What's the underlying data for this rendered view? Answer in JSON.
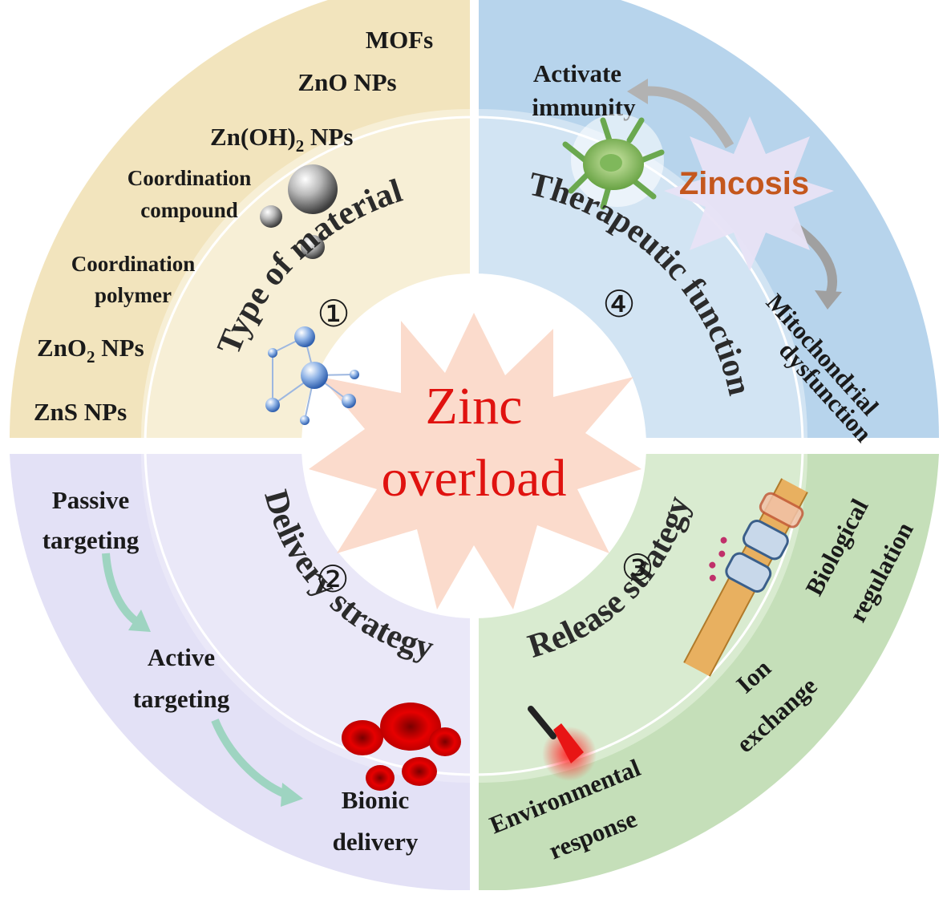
{
  "center": {
    "line1": "Zinc",
    "line2": "overload"
  },
  "quadrants": {
    "material": {
      "title": "Type of material",
      "number": "①",
      "items": [
        "MOFs",
        "ZnO NPs",
        "Zn(OH)",
        "2",
        " NPs",
        "Coordination",
        "compound",
        "Coordination",
        "polymer",
        "ZnO",
        "2",
        " NPs",
        "ZnS NPs"
      ]
    },
    "therapeutic": {
      "title": "Therapeutic function",
      "number": "④",
      "activate_1": "Activate",
      "activate_2": "immunity",
      "zincosis": "Zincosis",
      "mito_1": "Mitochondrial",
      "mito_2": "dysfunction"
    },
    "delivery": {
      "title": "Delivery strategy",
      "number": "②",
      "passive_1": "Passive",
      "passive_2": "targeting",
      "active_1": "Active",
      "active_2": "targeting",
      "bionic_1": "Bionic",
      "bionic_2": "delivery"
    },
    "release": {
      "title": "Release strategy",
      "number": "③",
      "bio_1": "Biological",
      "bio_2": "regulation",
      "ion_1": "Ion",
      "ion_2": "exchange",
      "env_1": "Environmental",
      "env_2": "response"
    }
  },
  "colors": {
    "material_outer": "#f2e4bd",
    "material_inner": "#f7efd6",
    "therapeutic_outer": "#b7d4ec",
    "therapeutic_inner": "#d2e4f3",
    "delivery_outer": "#e3e1f6",
    "delivery_inner": "#eae8f8",
    "release_outer": "#c5dfb9",
    "release_inner": "#d9ebd0",
    "center_star": "#fbd9c9",
    "center_text": "#e0120f",
    "zincosis_text": "#c4571d"
  }
}
